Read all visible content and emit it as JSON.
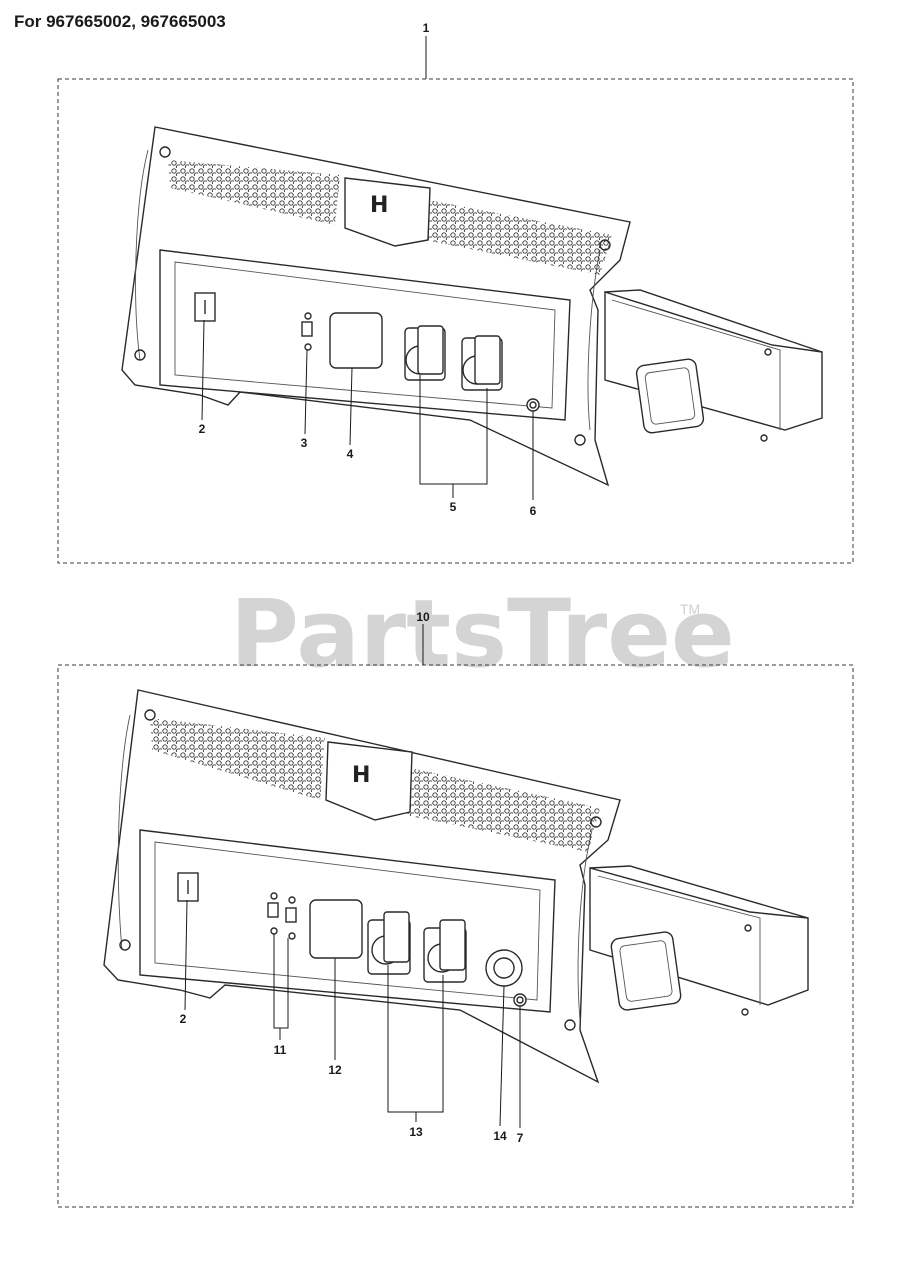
{
  "heading": "For 967665002, 967665003",
  "watermark": {
    "text": "PartsTree",
    "tm": "TM"
  },
  "callouts": {
    "c1": "1",
    "c2a": "2",
    "c3": "3",
    "c4": "4",
    "c5": "5",
    "c6": "6",
    "c10": "10",
    "c2b": "2",
    "c11": "11",
    "c12": "12",
    "c13": "13",
    "c14": "14",
    "c7": "7"
  },
  "colors": {
    "line": "#2a2a2a",
    "watermark": "#d4d4d4",
    "background": "#ffffff"
  }
}
